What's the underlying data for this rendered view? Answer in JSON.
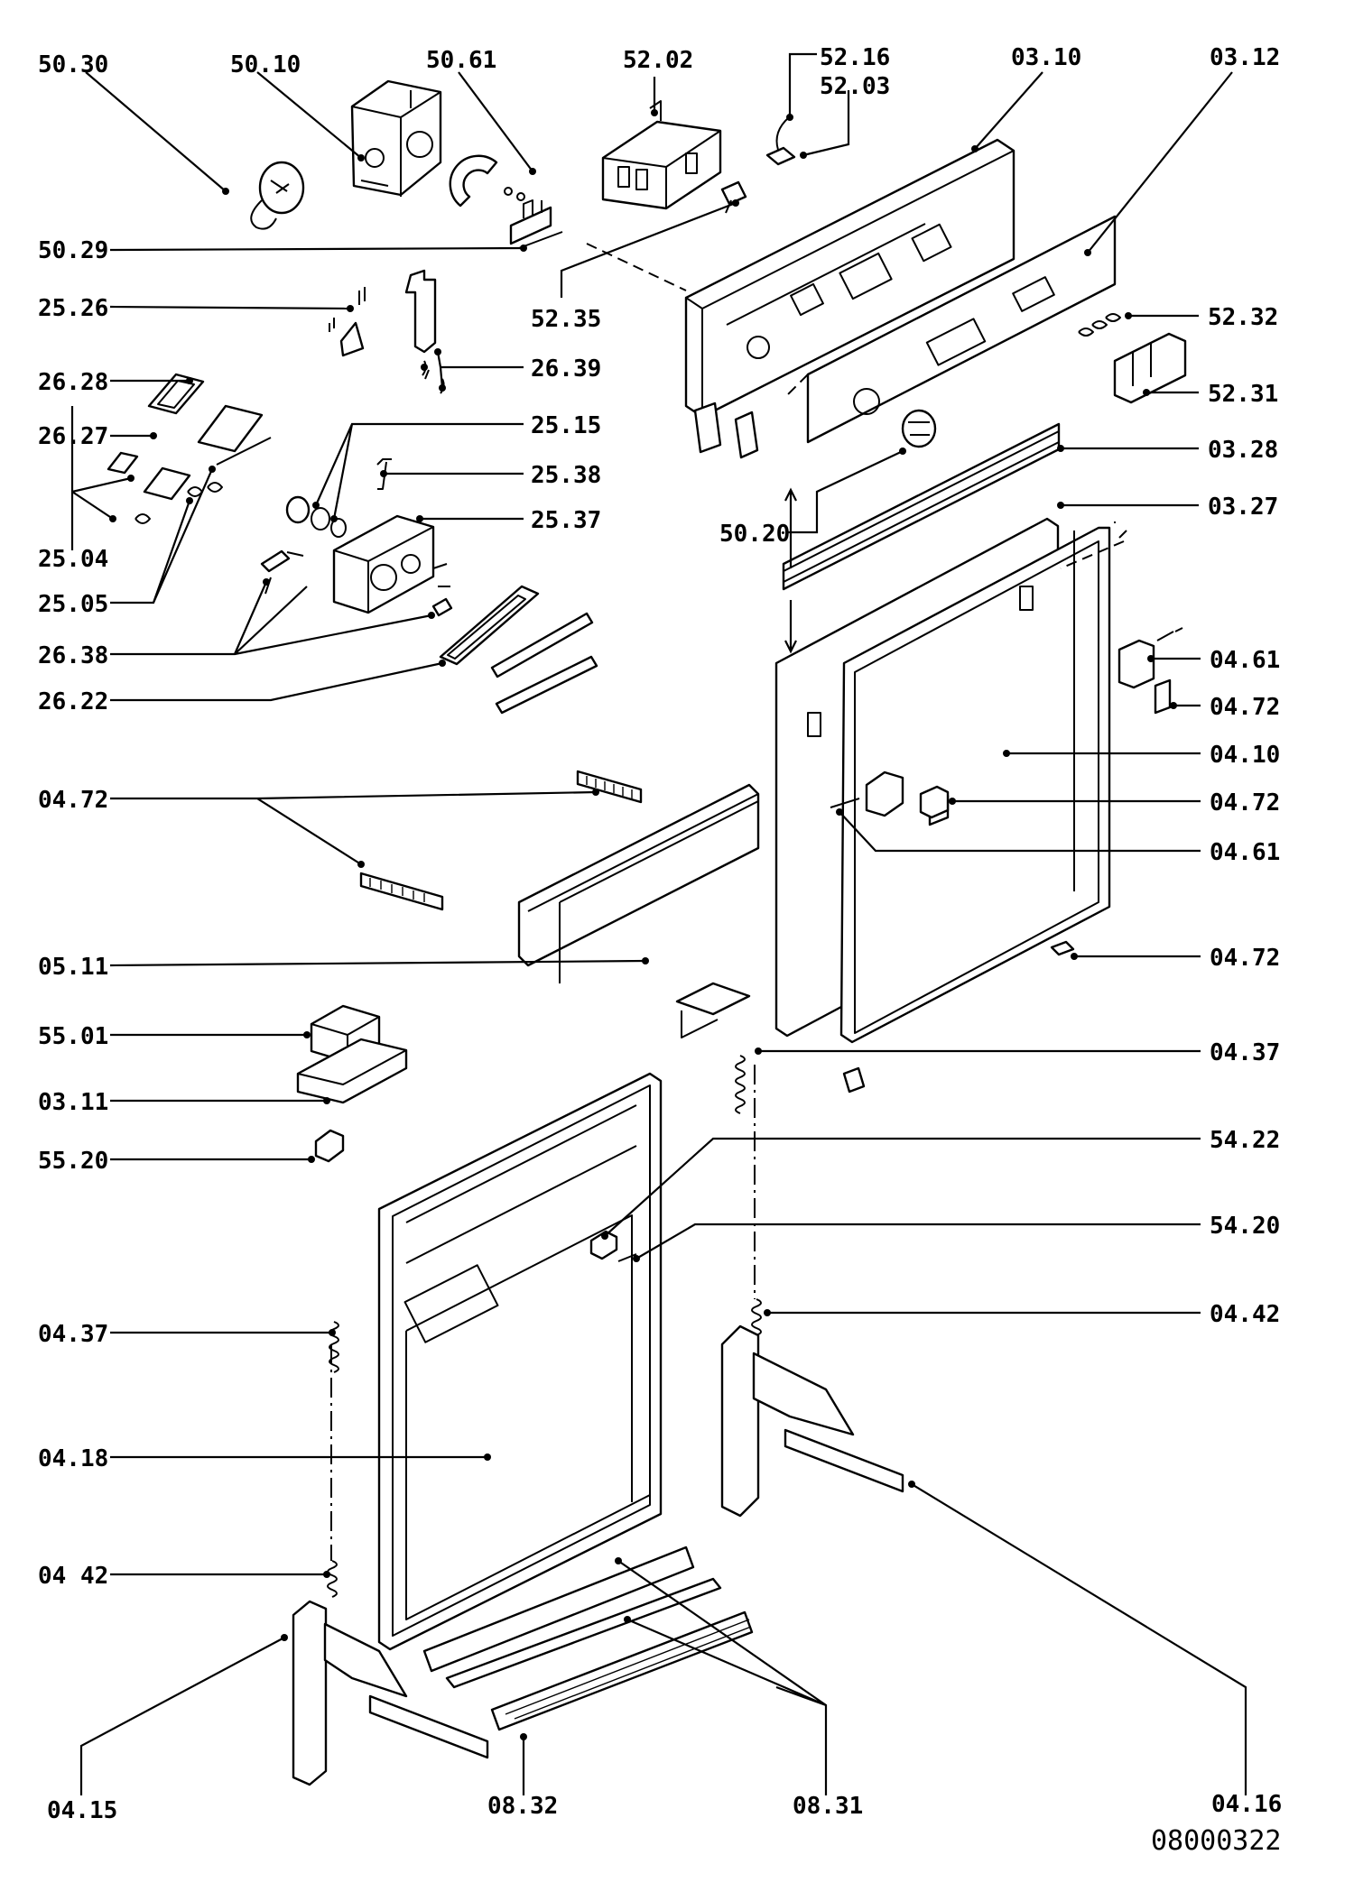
{
  "diagram": {
    "document_number": "08000322",
    "labels": [
      {
        "id": "50-30",
        "text": "50.30"
      },
      {
        "id": "50-10",
        "text": "50.10"
      },
      {
        "id": "50-61",
        "text": "50.61"
      },
      {
        "id": "52-02",
        "text": "52.02"
      },
      {
        "id": "52-16",
        "text": "52.16"
      },
      {
        "id": "52-03",
        "text": "52.03"
      },
      {
        "id": "03-10",
        "text": "03.10"
      },
      {
        "id": "03-12",
        "text": "03.12"
      },
      {
        "id": "50-29",
        "text": "50.29"
      },
      {
        "id": "52-35",
        "text": "52.35"
      },
      {
        "id": "25-26",
        "text": "25.26"
      },
      {
        "id": "52-32",
        "text": "52.32"
      },
      {
        "id": "26-39",
        "text": "26.39"
      },
      {
        "id": "26-28",
        "text": "26.28"
      },
      {
        "id": "52-31",
        "text": "52.31"
      },
      {
        "id": "26-27",
        "text": "26.27"
      },
      {
        "id": "25-15",
        "text": "25.15"
      },
      {
        "id": "03-28",
        "text": "03.28"
      },
      {
        "id": "25-38",
        "text": "25.38"
      },
      {
        "id": "03-27",
        "text": "03.27"
      },
      {
        "id": "25-37",
        "text": "25.37"
      },
      {
        "id": "50-20",
        "text": "50.20"
      },
      {
        "id": "25-04",
        "text": "25.04"
      },
      {
        "id": "25-05",
        "text": "25.05"
      },
      {
        "id": "26-38",
        "text": "26.38"
      },
      {
        "id": "04-61-a",
        "text": "04.61"
      },
      {
        "id": "26-22",
        "text": "26.22"
      },
      {
        "id": "04-72-a",
        "text": "04.72"
      },
      {
        "id": "04-10",
        "text": "04.10"
      },
      {
        "id": "04-72-b",
        "text": "04.72"
      },
      {
        "id": "04-72-c",
        "text": "04.72"
      },
      {
        "id": "04-61-b",
        "text": "04.61"
      },
      {
        "id": "05-11",
        "text": "05.11"
      },
      {
        "id": "04-72-d",
        "text": "04.72"
      },
      {
        "id": "55-01",
        "text": "55.01"
      },
      {
        "id": "04-37-a",
        "text": "04.37"
      },
      {
        "id": "03-11",
        "text": "03.11"
      },
      {
        "id": "54-22",
        "text": "54.22"
      },
      {
        "id": "55-20",
        "text": "55.20"
      },
      {
        "id": "54-20",
        "text": "54.20"
      },
      {
        "id": "04-42-a",
        "text": "04.42"
      },
      {
        "id": "04-37-b",
        "text": "04.37"
      },
      {
        "id": "04-18",
        "text": "04.18"
      },
      {
        "id": "04-42-b",
        "text": "04 42"
      },
      {
        "id": "04-15",
        "text": "04.15"
      },
      {
        "id": "08-32",
        "text": "08.32"
      },
      {
        "id": "08-31",
        "text": "08.31"
      },
      {
        "id": "04-16",
        "text": "04.16"
      }
    ]
  }
}
